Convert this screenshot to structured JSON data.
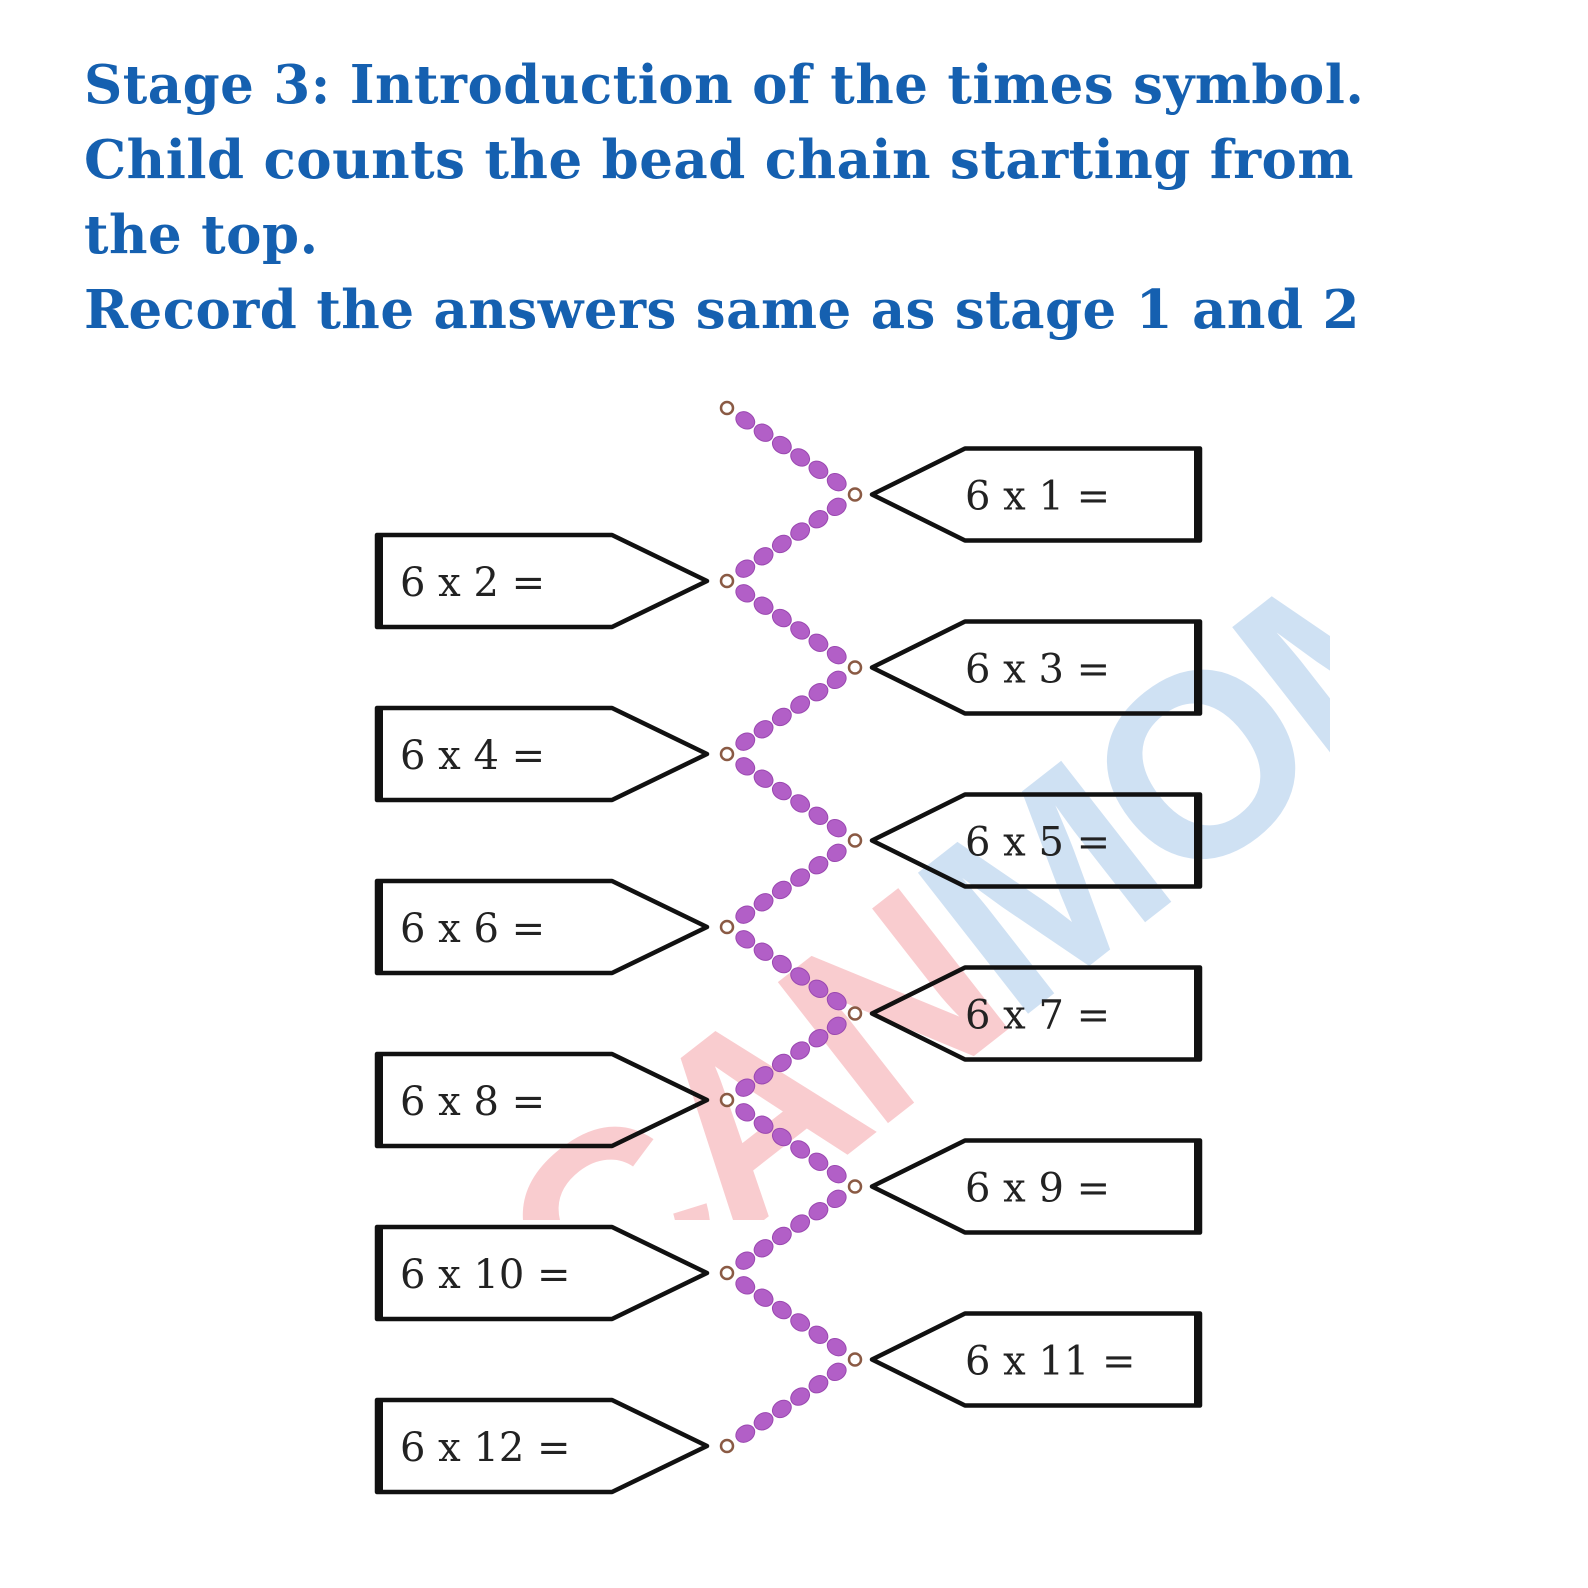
{
  "heading": {
    "line1": "Stage 3:  Introduction of the times symbol.",
    "line2": "Child counts the bead chain starting from",
    "line3": "the top.",
    "line4": "Record the answers same as stage 1 and 2"
  },
  "watermark": {
    "text": "CANMOM",
    "colors": [
      "#f5a3a8",
      "#a9c9ea"
    ]
  },
  "bead_color": "#b25fc7",
  "tags": [
    {
      "side": "right",
      "label": "6 x 1 ="
    },
    {
      "side": "left",
      "label": "6 x 2 ="
    },
    {
      "side": "right",
      "label": "6 x 3 ="
    },
    {
      "side": "left",
      "label": "6 x 4 ="
    },
    {
      "side": "right",
      "label": "6 x 5 ="
    },
    {
      "side": "left",
      "label": "6 x 6 ="
    },
    {
      "side": "right",
      "label": "6 x 7 ="
    },
    {
      "side": "left",
      "label": "6 x 8 ="
    },
    {
      "side": "right",
      "label": "6 x 9 ="
    },
    {
      "side": "left",
      "label": "6 x 10 ="
    },
    {
      "side": "right",
      "label": "6 x 11 ="
    },
    {
      "side": "left",
      "label": "6 x 12 ="
    }
  ]
}
